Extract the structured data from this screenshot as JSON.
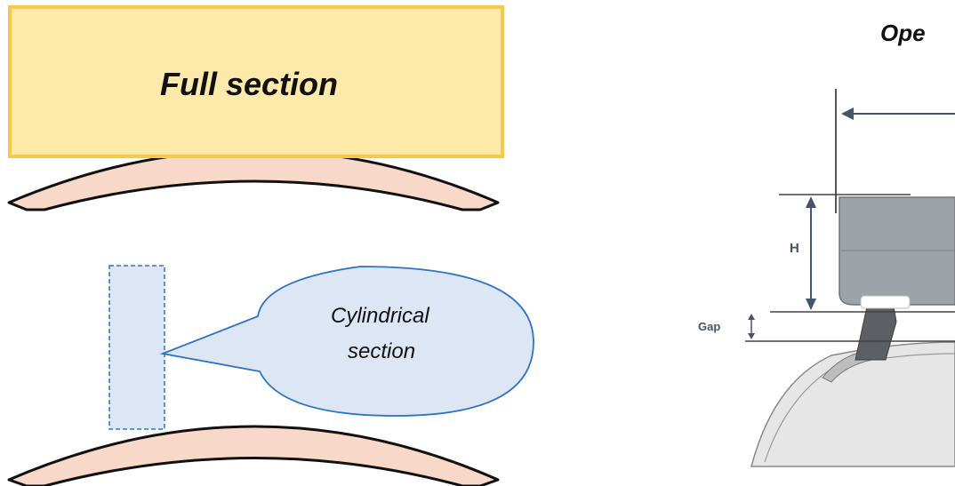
{
  "left_panel": {
    "full_section_label": "Full section",
    "cylindrical_label_line1": "Cylindrical",
    "cylindrical_label_line2": "section"
  },
  "right_panel": {
    "title_partial": "Ope",
    "height_label": "H",
    "gap_label": "Gap"
  },
  "colors": {
    "full_section_fill": "#fde9a9",
    "full_section_border": "#f7c948",
    "arch_fill": "#f8d8c8",
    "callout_fill": "#dce6f4",
    "callout_border": "#2f73c4",
    "cylinder_fill": "#dce6f4",
    "cylinder_border": "#2f73c4",
    "dimension_color": "#44546a"
  }
}
